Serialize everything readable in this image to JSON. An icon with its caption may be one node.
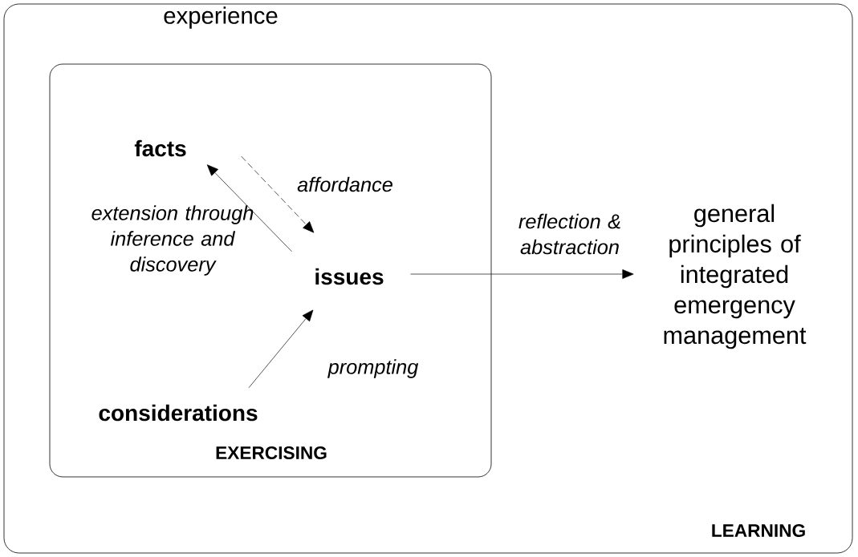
{
  "diagram": {
    "nodes": [
      {
        "text": [
          "LEARNING"
        ]
      },
      {
        "text": [
          "experience",
          "EXERCISING"
        ],
        "in": 0
      },
      {
        "text": [
          "facts"
        ],
        "in": 1
      },
      {
        "text": [
          "issues"
        ],
        "in": 1
      },
      {
        "text": [
          "considerations"
        ],
        "in": 1
      },
      {
        "text": [
          "general principles of integrated emergency management"
        ],
        "in": 0
      }
    ],
    "edges": [
      {
        "from": 2,
        "to": 3,
        "arrow": "to",
        "label": "affordance",
        "style": "dashed"
      },
      {
        "from": 3,
        "to": 2,
        "arrow": "to",
        "label": "extension through inference and discovery"
      },
      {
        "from": 4,
        "to": 3,
        "arrow": "to",
        "label": "prompting"
      },
      {
        "from": 3,
        "to": 5,
        "arrow": "to",
        "label": "reflection & abstraction"
      }
    ]
  }
}
